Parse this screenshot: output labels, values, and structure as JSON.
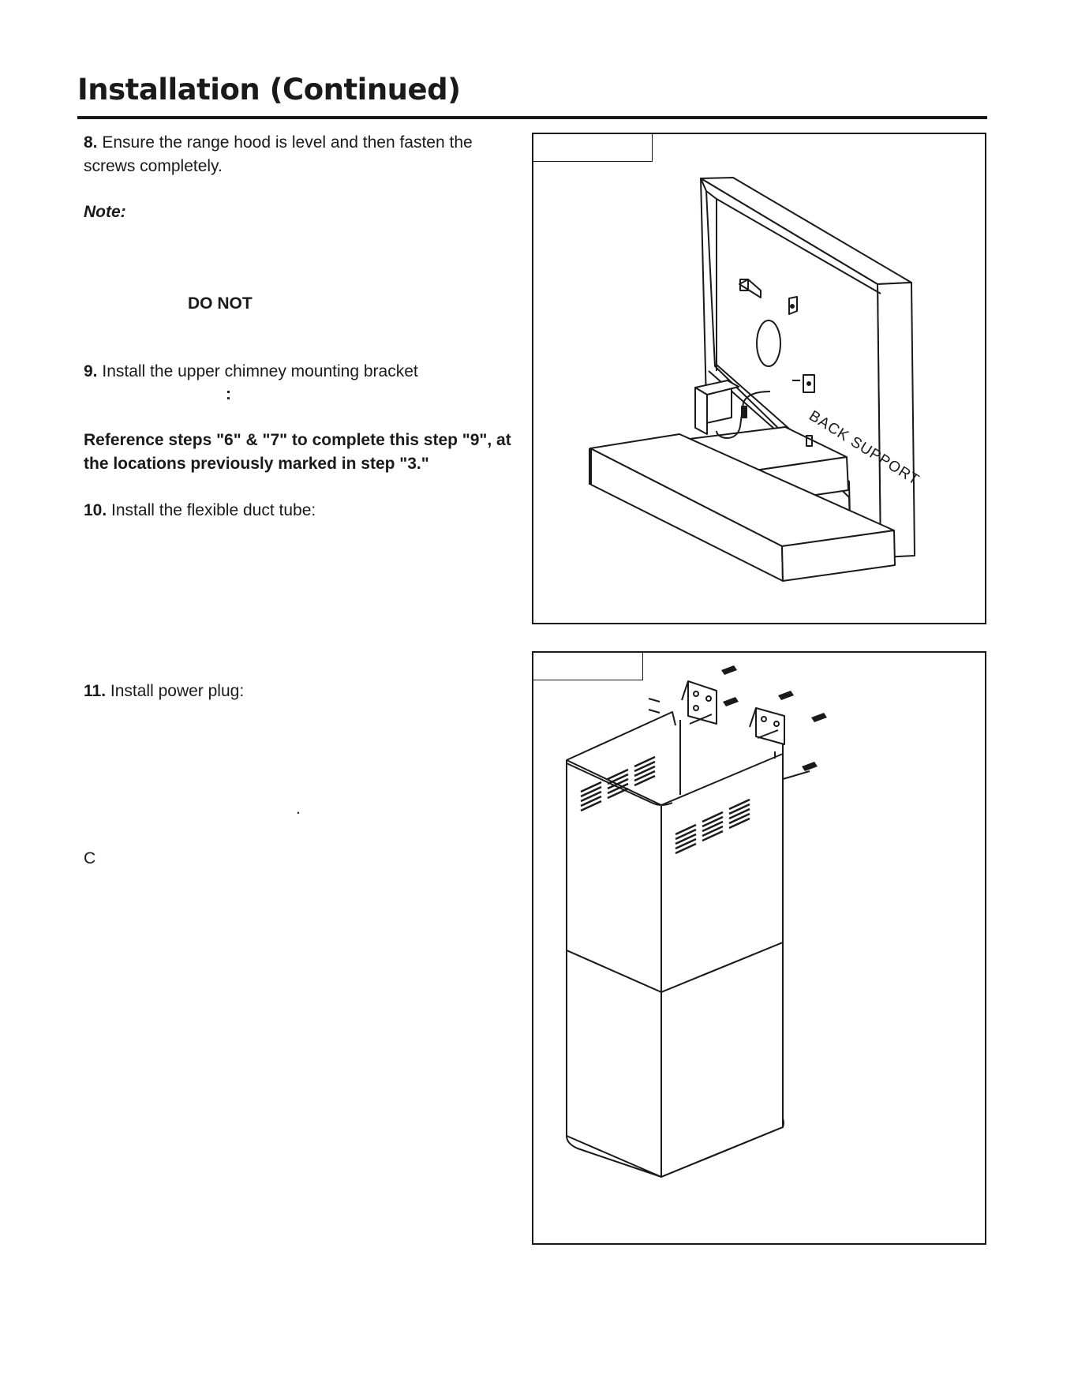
{
  "page": {
    "title": "Installation (Continued)"
  },
  "steps": {
    "s8_num": "8.",
    "s8_line1": "Ensure the range hood is level and then fasten the",
    "s8_line2": "screws completely.",
    "note_label": "Note:",
    "do_not": "DO NOT",
    "s9_num": "9.",
    "s9_text": "Install the upper chimney mounting bracket",
    "s9_colon": ":",
    "reference_line1": "Reference steps \"6\" & \"7\" to complete this step \"9\", at",
    "reference_line2": "the locations previously marked in step \"3.\"",
    "s10_num": "10.",
    "s10_text": "Install the flexible duct tube:",
    "s11_num": "11.",
    "s11_text": "Install power plug:",
    "period": ".",
    "c_letter": "C"
  },
  "figures": {
    "fig1_label": "BACK SUPPORT"
  }
}
